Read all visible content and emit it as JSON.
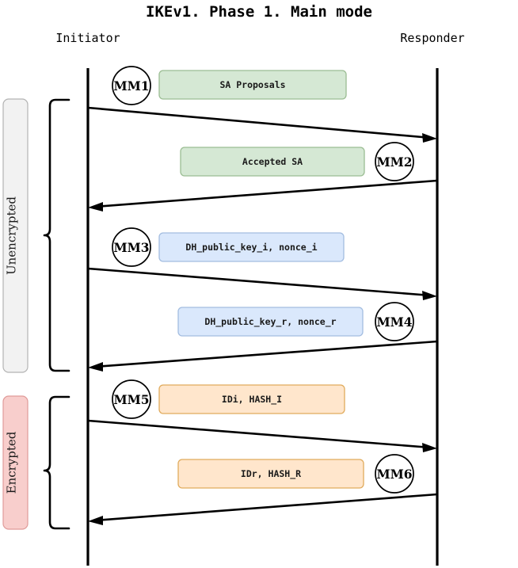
{
  "title": "IKEv1. Phase 1. Main mode",
  "actors": {
    "left": "Initiator",
    "right": "Responder"
  },
  "colors": {
    "green_fill": "#d5e8d4",
    "green_stroke": "#9bbd93",
    "blue_fill": "#dae8fc",
    "blue_stroke": "#a3bde0",
    "orange_fill": "#ffe6cc",
    "orange_stroke": "#e0ab5c",
    "grey_fill": "#f2f2f2",
    "grey_stroke": "#b3b3b3",
    "red_fill": "#f8cecc",
    "red_stroke": "#e09b99",
    "line": "#000000"
  },
  "messages": [
    {
      "tag": "MM1",
      "label": "SA Proposals",
      "direction": "ltr",
      "color": "green"
    },
    {
      "tag": "MM2",
      "label": "Accepted SA",
      "direction": "rtl",
      "color": "green"
    },
    {
      "tag": "MM3",
      "label": "DH_public_key_i, nonce_i",
      "direction": "ltr",
      "color": "blue"
    },
    {
      "tag": "MM4",
      "label": "DH_public_key_r, nonce_r",
      "direction": "rtl",
      "color": "blue"
    },
    {
      "tag": "MM5",
      "label": "IDi, HASH_I",
      "direction": "ltr",
      "color": "orange"
    },
    {
      "tag": "MM6",
      "label": "IDr, HASH_R",
      "direction": "rtl",
      "color": "orange"
    }
  ],
  "phases": [
    {
      "label": "Unencrypted",
      "color": "grey"
    },
    {
      "label": "Encrypted",
      "color": "red"
    }
  ]
}
